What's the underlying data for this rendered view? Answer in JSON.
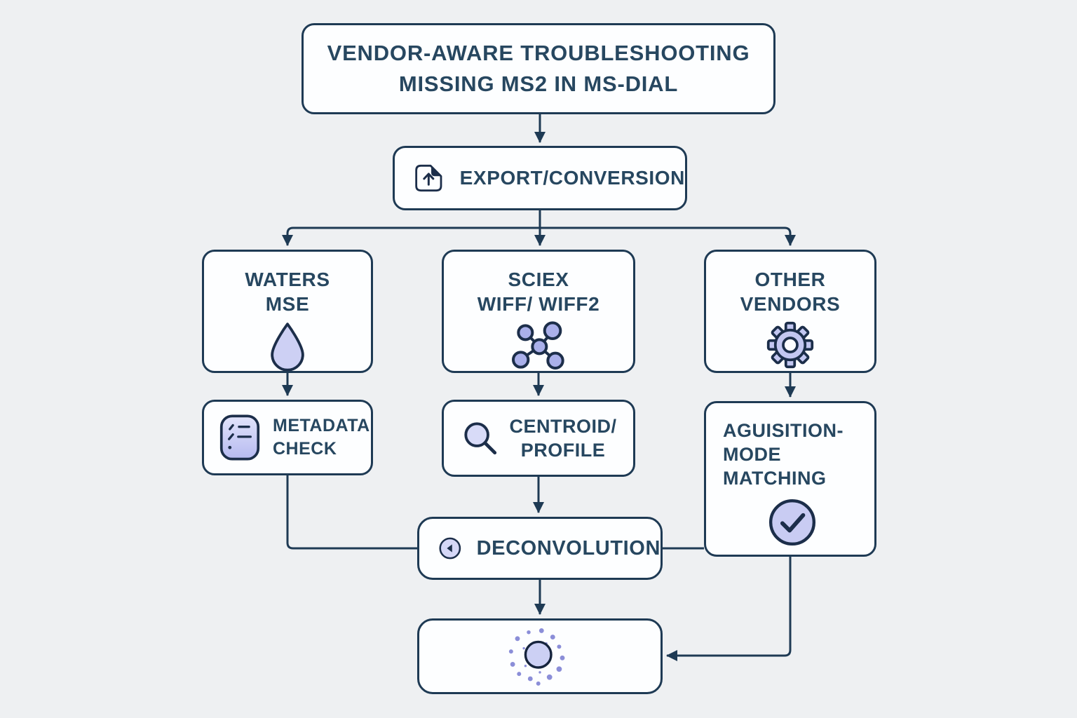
{
  "palette": {
    "background": "#eef0f2",
    "box_fill": "#fdfeff",
    "line_and_border": "#1e3a54",
    "icon_stroke": "#1c2e4a",
    "text": "#274760",
    "icon_fill_light": "#cdd0f4",
    "icon_fill_medium": "#aab0ea",
    "particle_dot": "#8b8ed8"
  },
  "title": {
    "line1": "VENDOR-AWARE TROUBLESHOOTING",
    "line2": "MISSING MS2 IN MS-DIAL"
  },
  "nodes": {
    "export": {
      "label": "EXPORT/CONVERSION",
      "icon": "file-export-icon"
    },
    "waters": {
      "line1": "WATERS",
      "line2": "MSE",
      "icon": "droplet-icon"
    },
    "sciex": {
      "line1": "SCIEX",
      "line2": "WIFF/ WIFF2",
      "icon": "molecule-icon"
    },
    "other": {
      "line1": "OTHER",
      "line2": "VENDORS",
      "icon": "gear-icon"
    },
    "metadata": {
      "line1": "METADATA",
      "line2": "CHECK",
      "icon": "checklist-icon"
    },
    "centroid": {
      "line1": "CENTROID/",
      "line2": "PROFILE",
      "icon": "magnifier-icon"
    },
    "acquisition": {
      "line1": "AGUISITION-",
      "line2": "MODE",
      "line3": "MATCHING",
      "icon": "checkmark-circle-icon"
    },
    "deconvolution": {
      "label": "DECONVOLUTION",
      "icon": "back-triangle-circle-icon"
    },
    "result": {
      "label": "",
      "icon": "particle-scatter-icon"
    }
  },
  "edges": [
    "title -> export",
    "export -> waters",
    "export -> sciex",
    "export -> other",
    "waters -> metadata",
    "sciex -> centroid",
    "other -> acquisition",
    "metadata -> deconvolution",
    "centroid -> deconvolution",
    "deconvolution - acquisition",
    "deconvolution -> result",
    "acquisition -> result"
  ]
}
